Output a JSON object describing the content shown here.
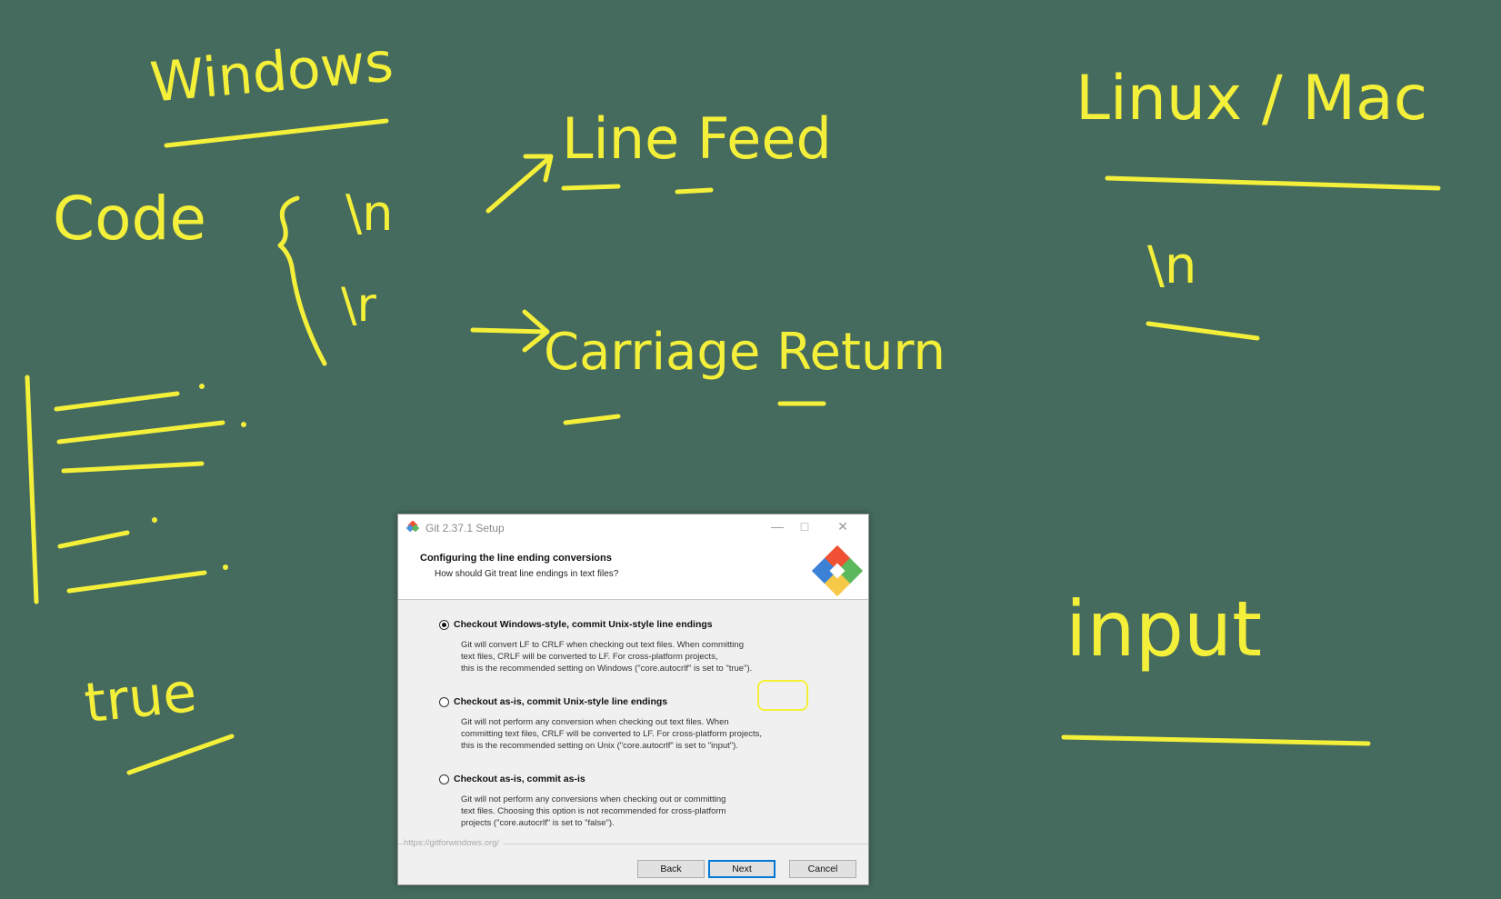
{
  "board": {
    "windows": "Windows",
    "code": "Code",
    "lf_escape": "\\n",
    "cr_escape": "\\r",
    "line_feed": "Line Feed",
    "carriage_return": "Carriage Return",
    "linux_mac": "Linux / Mac",
    "linux_escape": "\\n",
    "true_label": "true",
    "input_label": "input"
  },
  "dialog": {
    "title": "Git 2.37.1 Setup",
    "header_title": "Configuring the line ending conversions",
    "header_subtitle": "How should Git treat line endings in text files?",
    "options": [
      {
        "label": "Checkout Windows-style, commit Unix-style line endings",
        "selected": true,
        "desc": [
          "Git will convert LF to CRLF when checking out text files. When committing",
          "text files, CRLF will be converted to LF. For cross-platform projects,",
          "this is the recommended setting on Windows (\"core.autocrlf\" is set to \"true\")."
        ]
      },
      {
        "label": "Checkout as-is, commit Unix-style line endings",
        "selected": false,
        "desc": [
          "Git will not perform any conversion when checking out text files. When",
          "committing text files, CRLF will be converted to LF. For cross-platform projects,",
          "this is the recommended setting on Unix (\"core.autocrlf\" is set to \"input\")."
        ]
      },
      {
        "label": "Checkout as-is, commit as-is",
        "selected": false,
        "desc": [
          "Git will not perform any conversions when checking out or committing",
          "text files. Choosing this option is not recommended for cross-platform",
          "projects (\"core.autocrlf\" is set to \"false\")."
        ]
      }
    ],
    "footer_url": "https://gitforwindows.org/",
    "buttons": {
      "back": "Back",
      "next": "Next",
      "cancel": "Cancel"
    }
  },
  "colors": {
    "board": "#456a5e",
    "chalk": "#f4f03a",
    "default_button_border": "#0078d7"
  }
}
